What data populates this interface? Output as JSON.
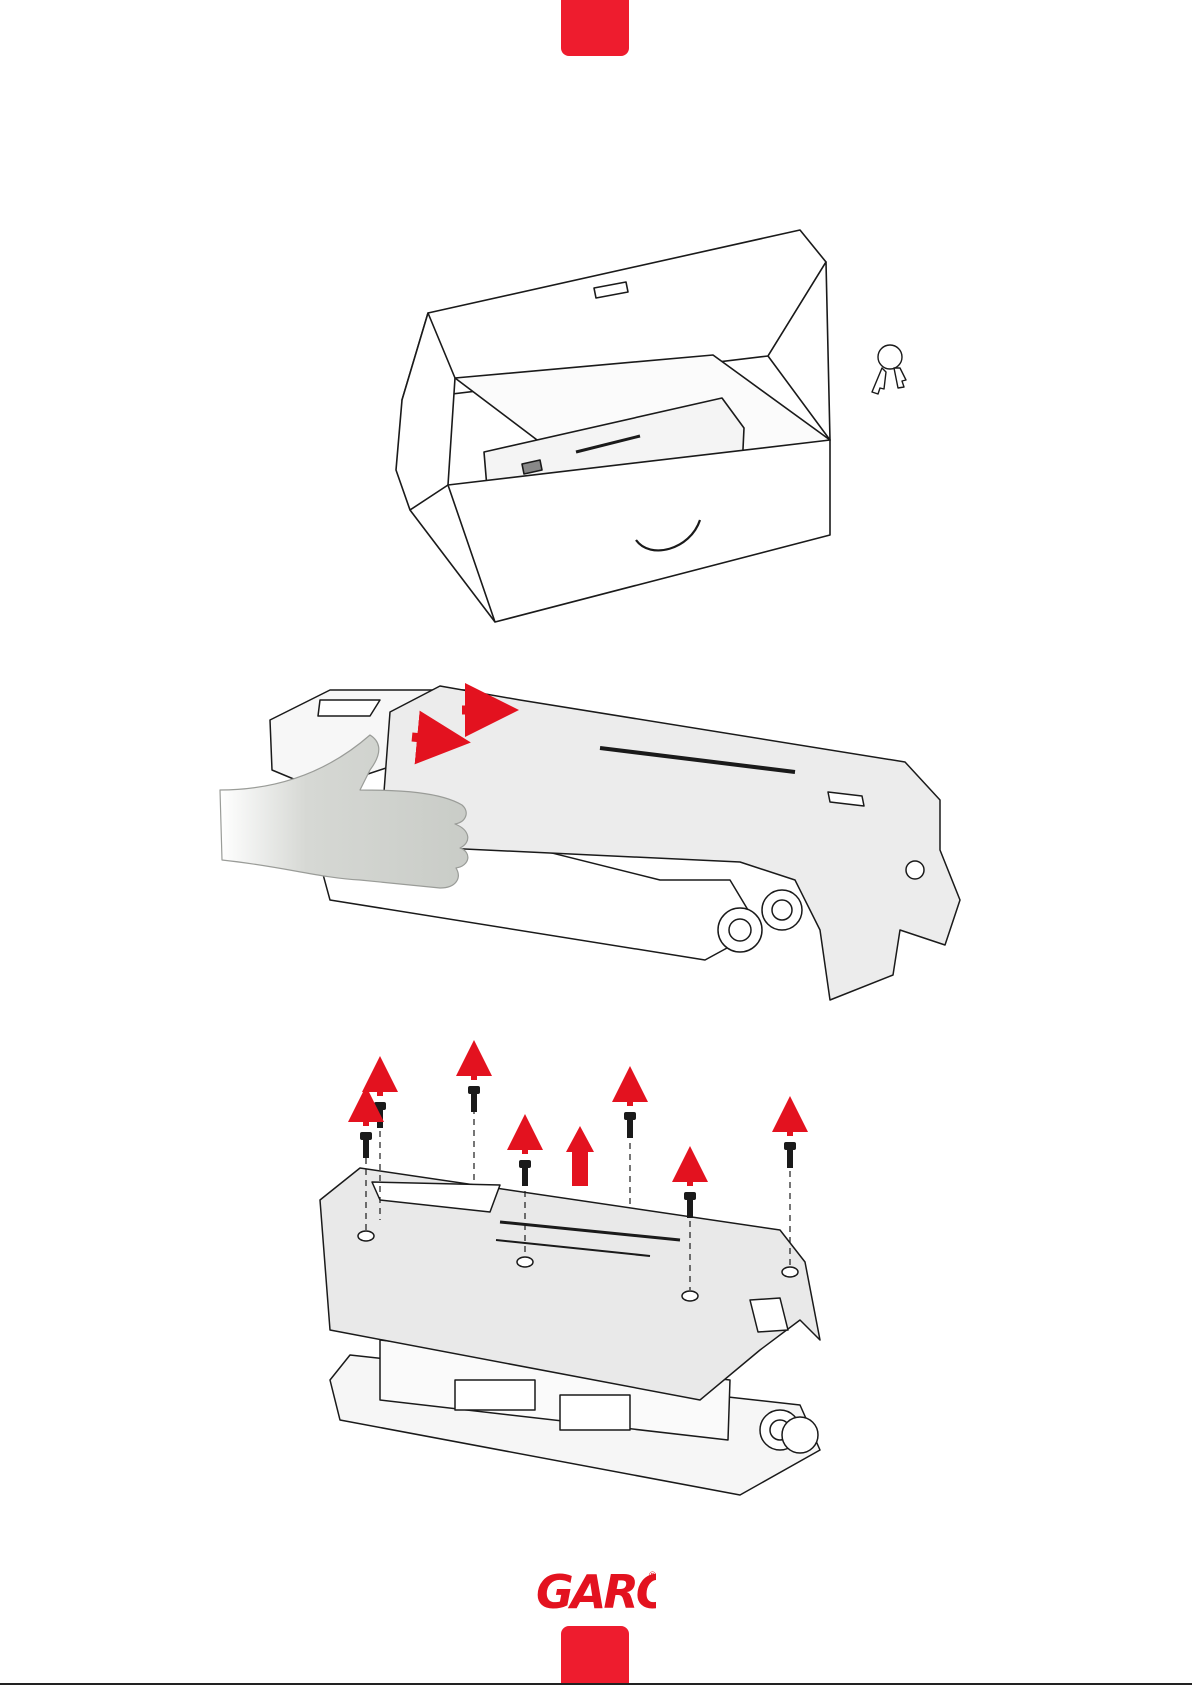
{
  "brand": {
    "logo_text": "GARO",
    "registered_mark": "®",
    "accent_color": "#ee1c2e"
  },
  "figures": [
    {
      "name": "unboxing-step",
      "icon": "open-box-with-charger-and-keys"
    },
    {
      "name": "slide-cover-step",
      "icon": "hand-sliding-cover"
    },
    {
      "name": "remove-screws-step",
      "icon": "lift-cover-remove-screws"
    }
  ]
}
